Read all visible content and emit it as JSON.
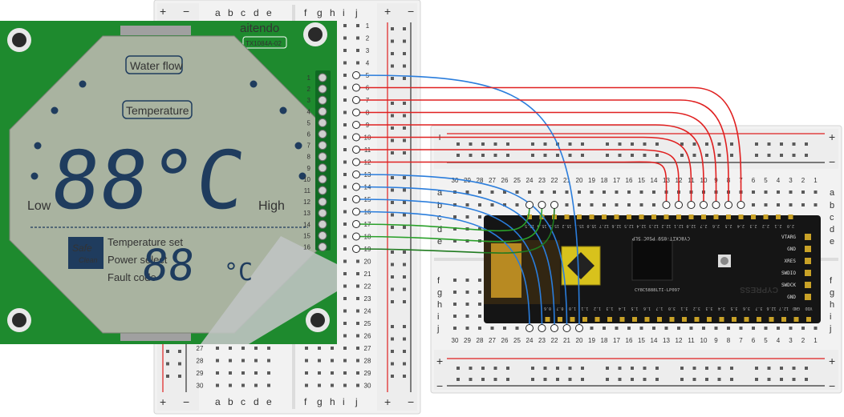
{
  "lcd": {
    "brand": "aitendo",
    "model": "TX1084A-02",
    "segments": {
      "water_flow": "Water flow",
      "temperature": "Temperature",
      "big_digits": "88",
      "big_unit": "°C",
      "low": "Low",
      "high": "High",
      "logo_line1": "Safe",
      "logo_line2": "Clean",
      "list": [
        "Temperature set",
        "Power select",
        "Fault code"
      ],
      "small_digits": "88",
      "small_unit": "°C"
    },
    "pin_numbers": [
      "1",
      "2",
      "3",
      "4",
      "5",
      "6",
      "7",
      "8",
      "9",
      "10",
      "11",
      "12",
      "13",
      "14",
      "15",
      "16"
    ]
  },
  "breadboard_vertical": {
    "col_letters_left": [
      "a",
      "b",
      "c",
      "d",
      "e"
    ],
    "col_letters_right": [
      "f",
      "g",
      "h",
      "i",
      "j"
    ],
    "row_numbers": [
      "1",
      "2",
      "3",
      "4",
      "5",
      "6",
      "7",
      "8",
      "9",
      "10",
      "11",
      "12",
      "13",
      "14",
      "15",
      "16",
      "17",
      "18",
      "19",
      "20",
      "21",
      "22",
      "23",
      "24",
      "25",
      "26",
      "27",
      "28",
      "29",
      "30"
    ],
    "plus": "+",
    "minus": "−"
  },
  "breadboard_horizontal": {
    "col_numbers": [
      "30",
      "29",
      "28",
      "27",
      "26",
      "25",
      "24",
      "23",
      "22",
      "21",
      "20",
      "19",
      "18",
      "17",
      "16",
      "15",
      "14",
      "13",
      "12",
      "11",
      "10",
      "9",
      "8",
      "7",
      "6",
      "5",
      "4",
      "3",
      "2",
      "1"
    ],
    "row_letters_top": [
      "a",
      "b",
      "c",
      "d",
      "e"
    ],
    "row_letters_bottom": [
      "f",
      "g",
      "h",
      "i",
      "j"
    ],
    "plus": "+",
    "minus": "−"
  },
  "mcu": {
    "chip_marking": "CY8C5888LTI-LP097",
    "board_text": "CY8CKIT-059 PSoC 5LP",
    "brand": "CYPRESS",
    "right_labels": [
      "VTARG",
      "GND",
      "XRES",
      "SWDIO",
      "SWDCK",
      "GND"
    ],
    "top_header": [
      "15.5",
      "15.4",
      "15.3",
      "15.2",
      "15.1",
      "15.0",
      "12.7",
      "12.6",
      "12.5",
      "12.4",
      "12.3",
      "12.2",
      "12.1",
      "12.0",
      "2.7",
      "2.6",
      "2.5",
      "2.4",
      "2.3",
      "2.2",
      "2.1",
      "2.0"
    ],
    "bottom_header": [
      "VDD",
      "GND",
      "12.7",
      "12.6",
      "3.7",
      "3.6",
      "3.5",
      "3.4",
      "3.3",
      "3.2",
      "3.1",
      "3.0",
      "1.7",
      "1.6",
      "1.5",
      "1.4",
      "1.3",
      "1.2",
      "1.1",
      "1.0",
      "0.7",
      "0.6"
    ]
  },
  "wires": {
    "red": "#e02020",
    "blue": "#2a7ddc",
    "green": "#2aa02a",
    "darkgreen": "#1f7a1f"
  }
}
